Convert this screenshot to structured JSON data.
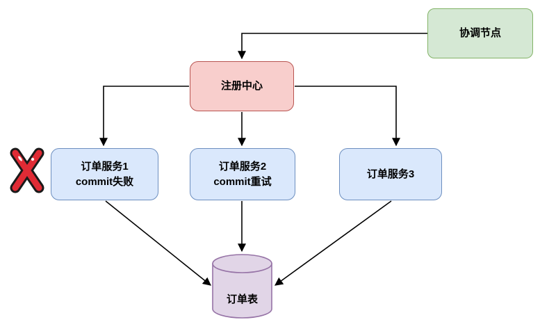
{
  "diagram": {
    "nodes": {
      "coordinator": {
        "label": "协调节点"
      },
      "registry": {
        "label": "注册中心"
      },
      "service1": {
        "line1": "订单服务1",
        "line2": "commit失败"
      },
      "service2": {
        "line1": "订单服务2",
        "line2": "commit重试"
      },
      "service3": {
        "line1": "订单服务3"
      },
      "table": {
        "label": "订单表"
      }
    },
    "icons": {
      "failure": "x-mark-icon"
    },
    "colors": {
      "coordinator_fill": "#d5e8d4",
      "coordinator_border": "#82b366",
      "registry_fill": "#f8cecc",
      "registry_border": "#b85450",
      "service_fill": "#dae8fc",
      "service_border": "#6c8ebf",
      "db_fill": "#e1d5e7",
      "db_border": "#9673a6",
      "x_mark": "#e02b35",
      "edge": "#000000"
    }
  }
}
